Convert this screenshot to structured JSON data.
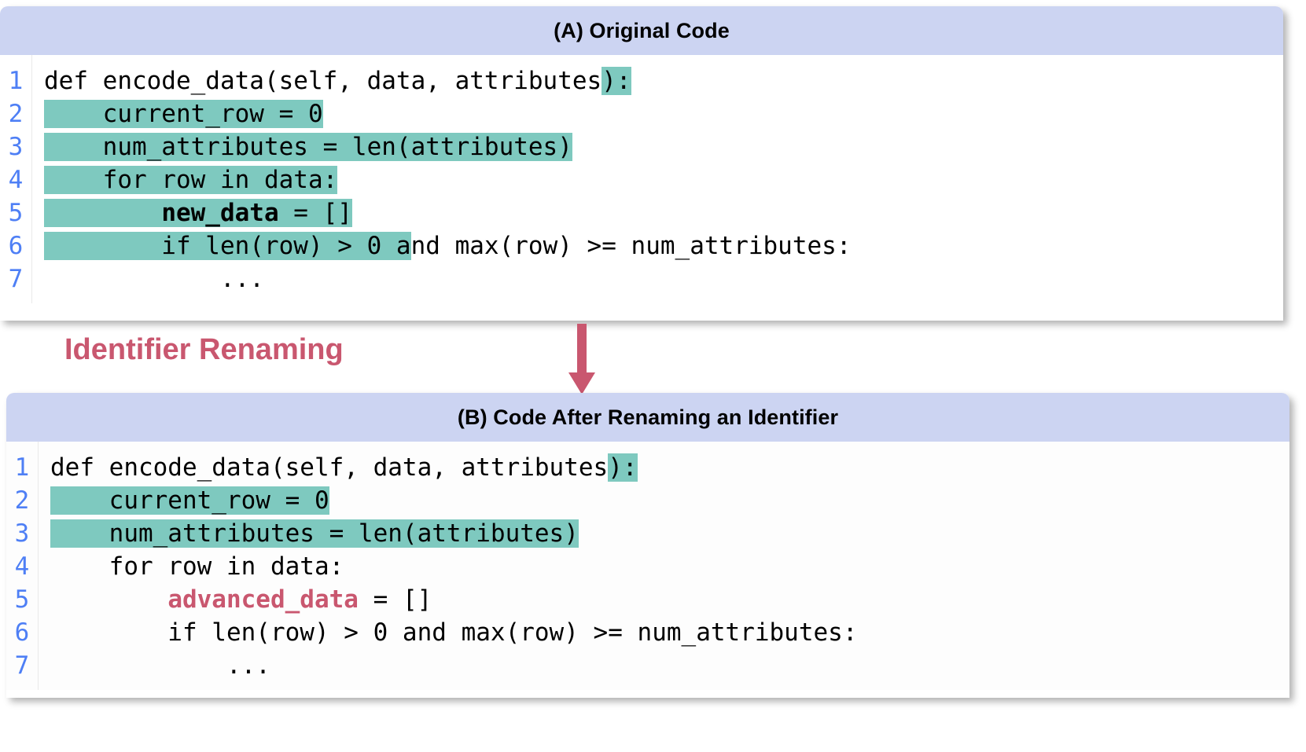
{
  "figure": {
    "transform_label": "Identifier Renaming",
    "arrow_icon": "down-arrow-icon",
    "accent_color": "#c9576f",
    "highlight_color": "#7ec9bf",
    "header_color": "#ccd4f2",
    "lineno_color": "#4e7ff5"
  },
  "panels": [
    {
      "id": "panel-a",
      "title": "(A) Original Code",
      "lines": [
        {
          "number": "1",
          "segments": [
            {
              "text": "def encode_data(self, data, attributes",
              "style": "plain"
            },
            {
              "text": "):",
              "style": "highlight"
            }
          ]
        },
        {
          "number": "2",
          "segments": [
            {
              "text": "    current_row = 0",
              "style": "highlight"
            }
          ]
        },
        {
          "number": "3",
          "segments": [
            {
              "text": "    num_attributes = len(attributes)",
              "style": "highlight"
            }
          ]
        },
        {
          "number": "4",
          "segments": [
            {
              "text": "    for row in data:",
              "style": "highlight"
            }
          ]
        },
        {
          "number": "5",
          "segments": [
            {
              "text": "        ",
              "style": "highlight"
            },
            {
              "text": "new_data",
              "style": "highlight-bold"
            },
            {
              "text": " = []",
              "style": "highlight"
            }
          ]
        },
        {
          "number": "6",
          "segments": [
            {
              "text": "        if len(row) > 0 a",
              "style": "highlight"
            },
            {
              "text": "nd max(row) >= num_attributes:",
              "style": "plain"
            }
          ]
        },
        {
          "number": "7",
          "segments": [
            {
              "text": "            ...",
              "style": "plain"
            }
          ]
        }
      ]
    },
    {
      "id": "panel-b",
      "title": "(B) Code After Renaming an Identifier",
      "lines": [
        {
          "number": "1",
          "segments": [
            {
              "text": "def encode_data(self, data, attributes",
              "style": "plain"
            },
            {
              "text": "):",
              "style": "highlight"
            }
          ]
        },
        {
          "number": "2",
          "segments": [
            {
              "text": "    current_row = 0",
              "style": "highlight"
            }
          ]
        },
        {
          "number": "3",
          "segments": [
            {
              "text": "    num_attributes = len(attributes)",
              "style": "highlight"
            }
          ]
        },
        {
          "number": "4",
          "segments": [
            {
              "text": "    for row in data:",
              "style": "plain"
            }
          ]
        },
        {
          "number": "5",
          "segments": [
            {
              "text": "        ",
              "style": "plain"
            },
            {
              "text": "advanced_data",
              "style": "rename"
            },
            {
              "text": " = []",
              "style": "plain"
            }
          ]
        },
        {
          "number": "6",
          "segments": [
            {
              "text": "        if len(row) > 0 and max(row) >= num_attributes:",
              "style": "plain"
            }
          ]
        },
        {
          "number": "7",
          "segments": [
            {
              "text": "            ...",
              "style": "plain"
            }
          ]
        }
      ]
    }
  ]
}
